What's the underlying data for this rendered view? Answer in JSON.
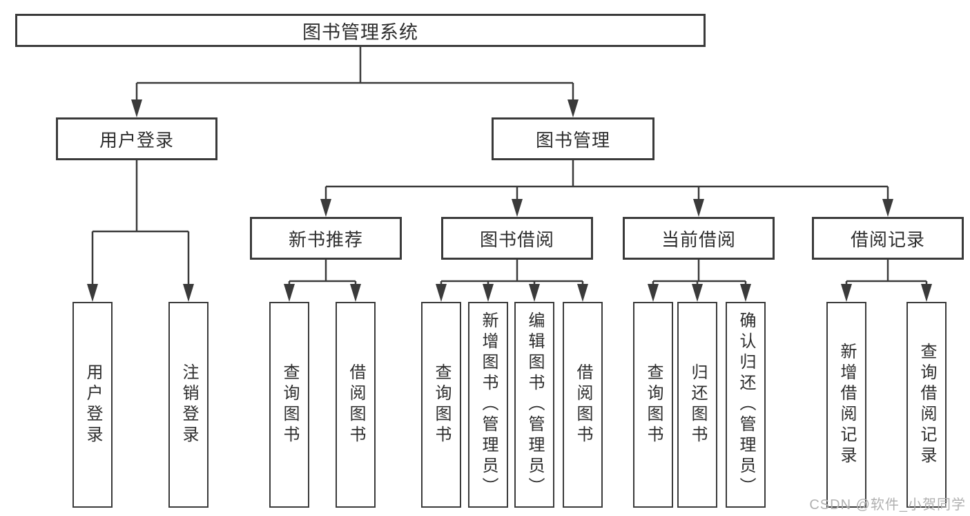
{
  "diagram_type": "hierarchy-tree",
  "colors": {
    "line": "#3a3a3a",
    "box_border": "#3a3a3a",
    "text": "#2d2d2d",
    "background": "#ffffff",
    "watermark": "#b0b0b0"
  },
  "tree": {
    "label": "图书管理系统",
    "children": [
      {
        "label": "用户登录",
        "children": [
          {
            "label": "用户登录"
          },
          {
            "label": "注销登录"
          }
        ]
      },
      {
        "label": "图书管理",
        "children": [
          {
            "label": "新书推荐",
            "children": [
              {
                "label": "查询图书"
              },
              {
                "label": "借阅图书"
              }
            ]
          },
          {
            "label": "图书借阅",
            "children": [
              {
                "label": "查询图书"
              },
              {
                "label": "新增图书（管理员）"
              },
              {
                "label": "编辑图书（管理员）"
              },
              {
                "label": "借阅图书"
              }
            ]
          },
          {
            "label": "当前借阅",
            "children": [
              {
                "label": "查询图书"
              },
              {
                "label": "归还图书"
              },
              {
                "label": "确认归还（管理员）"
              }
            ]
          },
          {
            "label": "借阅记录",
            "children": [
              {
                "label": "新增借阅记录"
              },
              {
                "label": "查询借阅记录"
              }
            ]
          }
        ]
      }
    ]
  },
  "watermark": {
    "text": "CSDN @软件_小贺同学"
  }
}
